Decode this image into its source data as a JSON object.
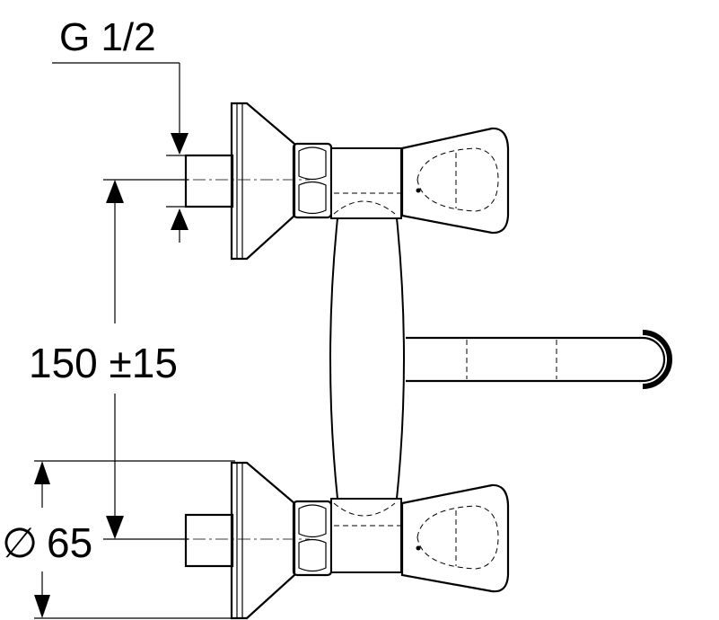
{
  "diagram": {
    "labels": {
      "thread": "G 1/2",
      "center_distance": "150 ±15",
      "rosette_diameter_symbol": "∅",
      "rosette_diameter": "65"
    }
  }
}
